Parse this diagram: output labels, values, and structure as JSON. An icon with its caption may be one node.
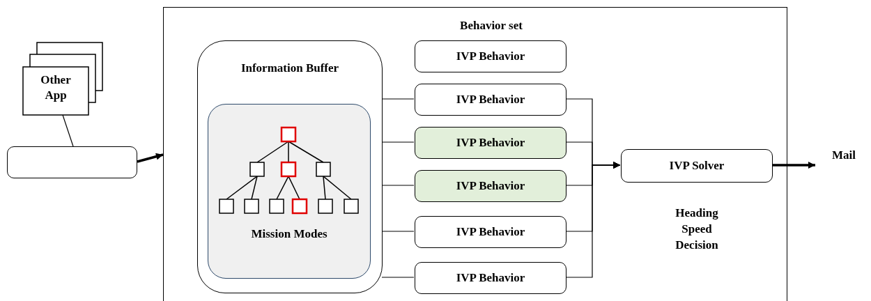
{
  "diagram": {
    "nodes": [
      {
        "text": [
          "Other App"
        ]
      },
      {
        "text": [],
        "shape": "box"
      },
      {
        "text": [],
        "shape": "box"
      },
      {
        "text": [
          "Information Buffer"
        ],
        "in": 2
      },
      {
        "text": [
          "Mission Modes"
        ],
        "in": 3
      },
      {
        "text": [
          "IVP Behavior"
        ],
        "in": 2
      },
      {
        "text": [
          "IVP Behavior"
        ],
        "in": 2
      },
      {
        "text": [
          "IVP Behavior"
        ],
        "in": 2
      },
      {
        "text": [
          "IVP Behavior"
        ],
        "in": 2
      },
      {
        "text": [
          "IVP Behavior"
        ],
        "in": 2
      },
      {
        "text": [
          "IVP Behavior"
        ],
        "in": 2
      },
      {
        "text": [
          "IVP Solver"
        ],
        "in": 2
      },
      {
        "text": [
          "Mail"
        ]
      }
    ],
    "edges": [
      {
        "from": 0,
        "to": 1,
        "arrow": "none"
      },
      {
        "from": 1,
        "to": 2,
        "arrow": "to",
        "style": "thick"
      },
      {
        "from": 3,
        "to": 6,
        "arrow": "none"
      },
      {
        "from": 3,
        "to": 7,
        "arrow": "none"
      },
      {
        "from": 3,
        "to": 8,
        "arrow": "none"
      },
      {
        "from": 3,
        "to": 9,
        "arrow": "none"
      },
      {
        "from": 3,
        "to": 10,
        "arrow": "none"
      },
      {
        "from": 6,
        "to": 11,
        "arrow": "to"
      },
      {
        "from": 7,
        "to": 11,
        "arrow": "to"
      },
      {
        "from": 8,
        "to": 11,
        "arrow": "to"
      },
      {
        "from": 9,
        "to": 11,
        "arrow": "to"
      },
      {
        "from": 10,
        "to": 11,
        "arrow": "to"
      },
      {
        "from": 11,
        "to": 12,
        "arrow": "to",
        "style": "thick"
      }
    ],
    "labels": [
      "Behavior set",
      "Heading Speed Decision"
    ]
  }
}
